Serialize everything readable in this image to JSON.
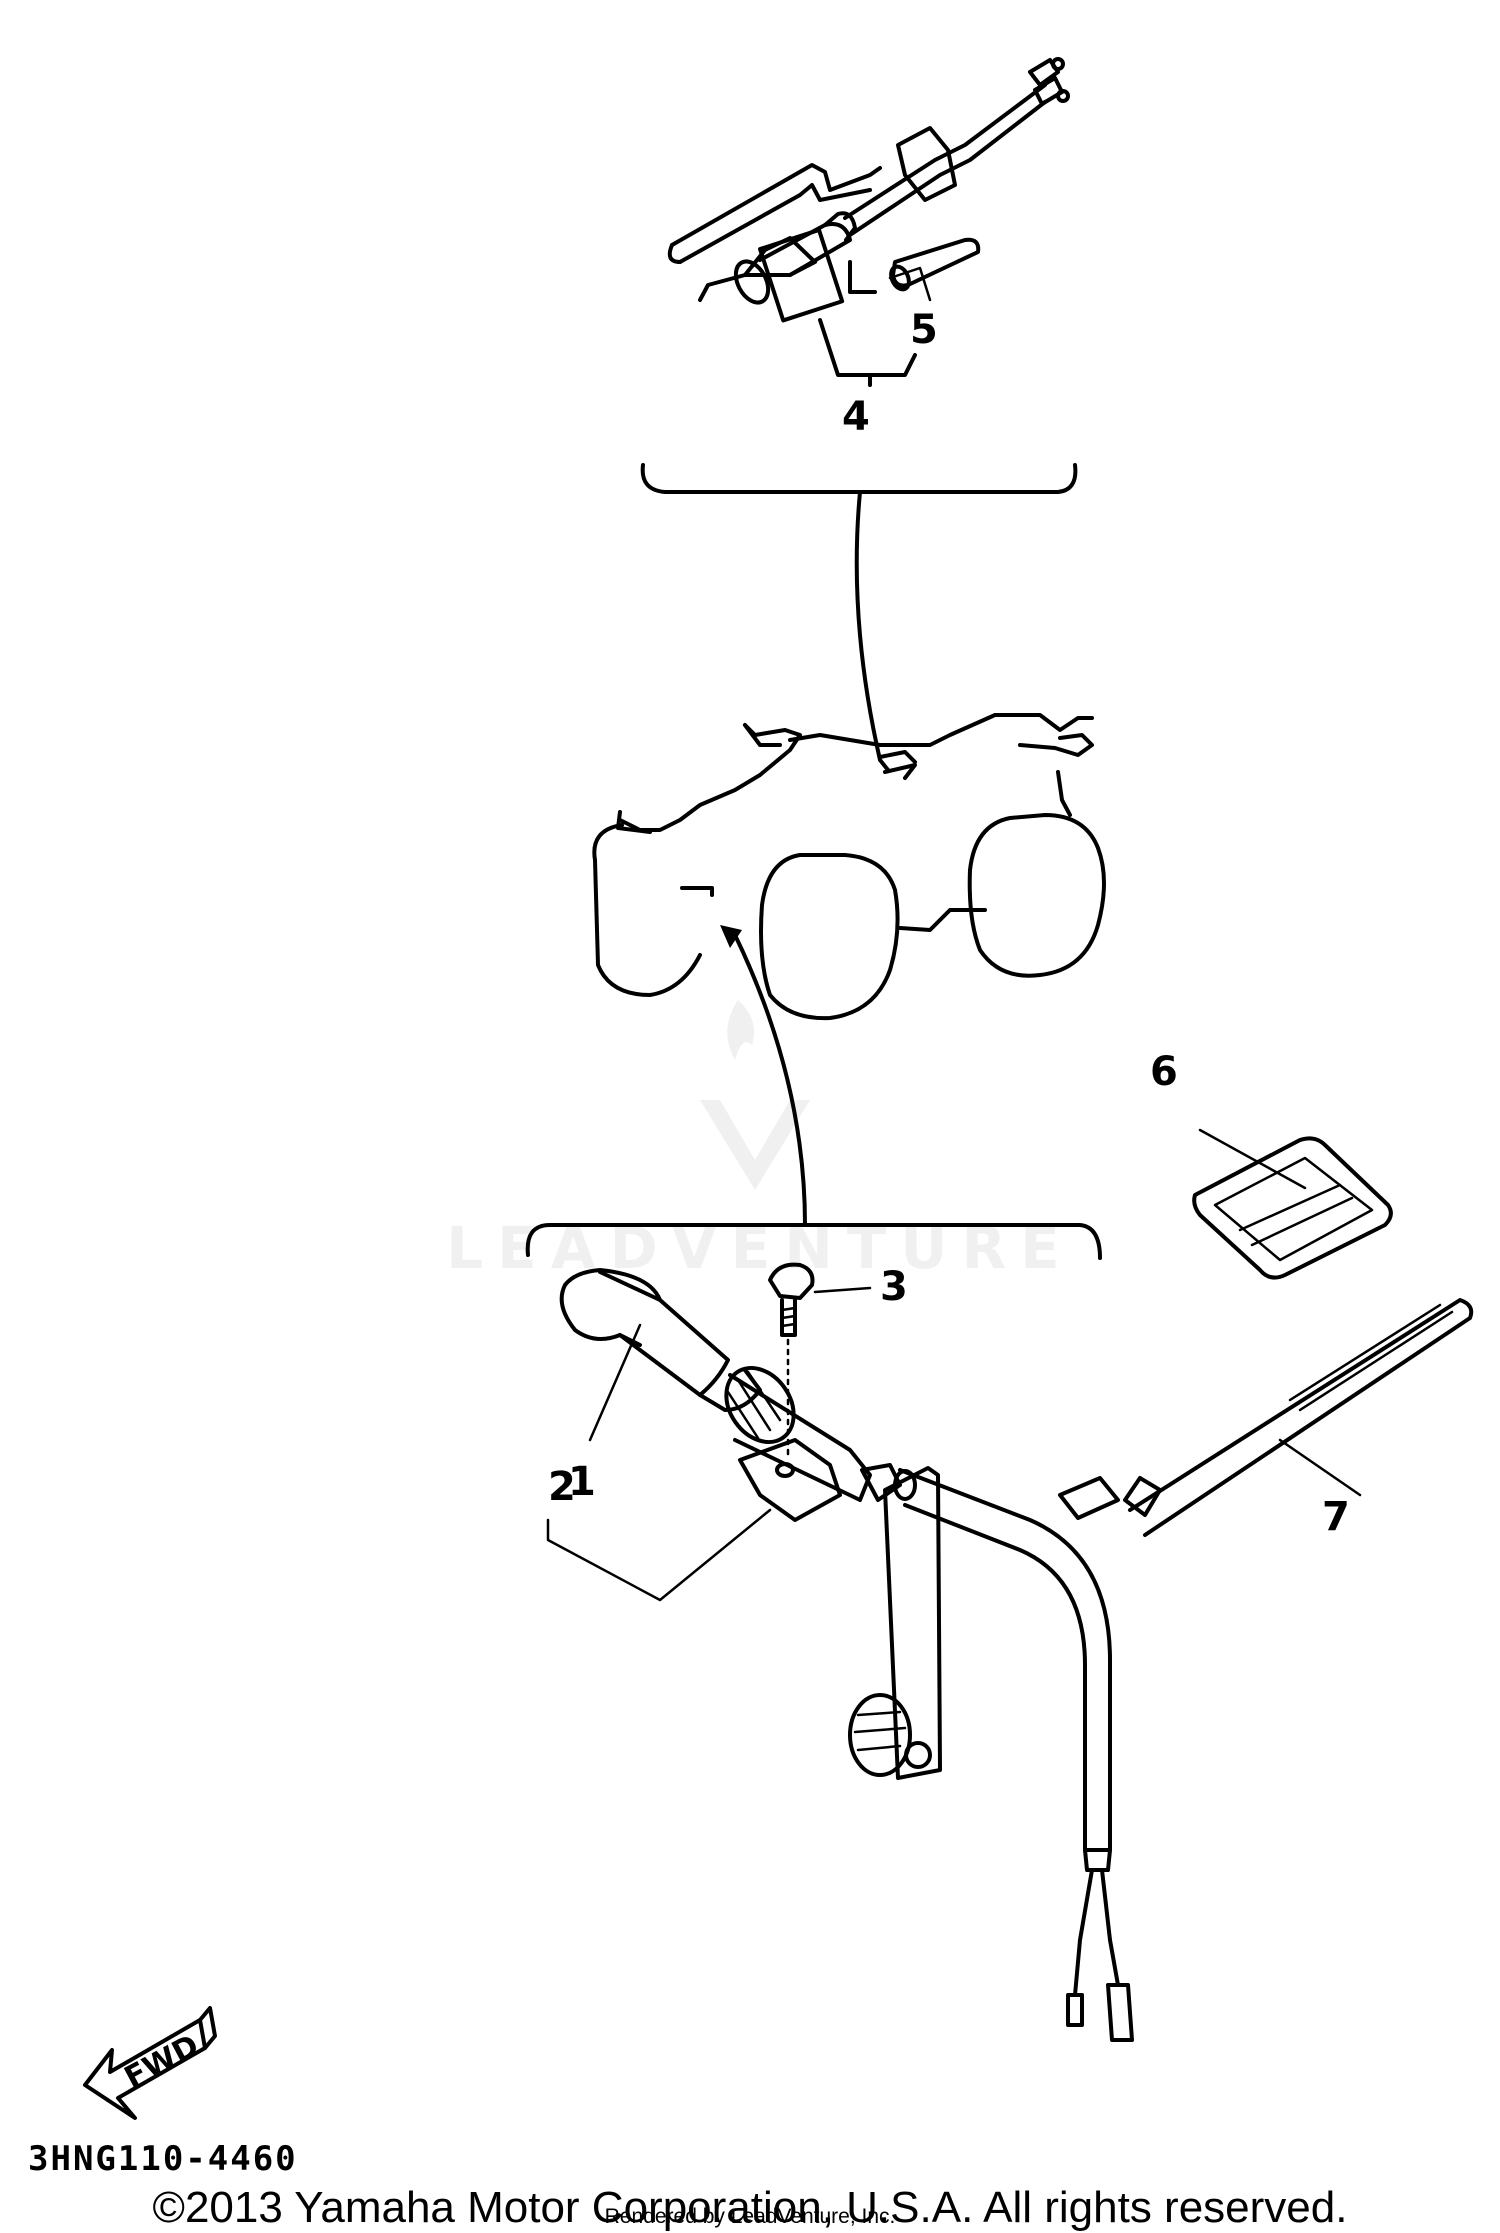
{
  "diagram": {
    "callouts": [
      "1",
      "2",
      "3",
      "4",
      "5",
      "6",
      "7"
    ],
    "part_code": "3HNG110-4460",
    "fwd_label": "FWD",
    "watermark": "LEADVENTURE"
  },
  "footer": {
    "copyright": "©2013 Yamaha Motor Corporation, U.S.A. All rights reserved.",
    "rendered_by": "Rendered by LeadVenture, Inc."
  }
}
